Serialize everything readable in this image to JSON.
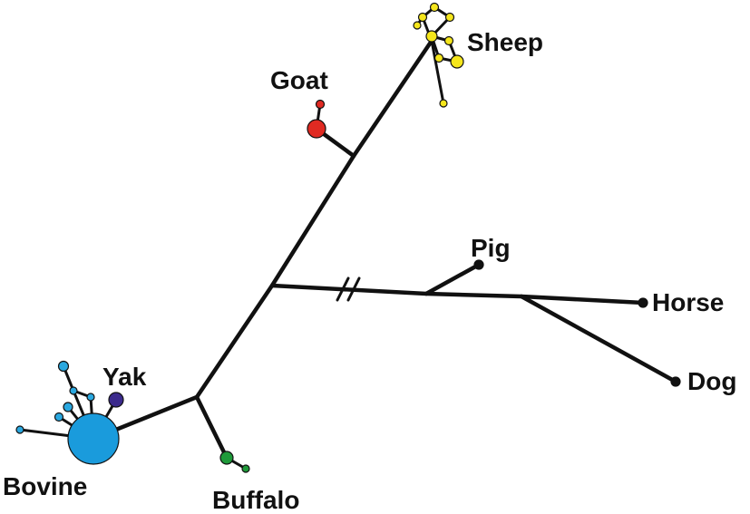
{
  "labels": {
    "sheep": "Sheep",
    "goat": "Goat",
    "pig": "Pig",
    "horse": "Horse",
    "dog": "Dog",
    "yak": "Yak",
    "bovine": "Bovine",
    "buffalo": "Buffalo"
  },
  "colors": {
    "sheep": "#f5e61c",
    "goat": "#e02a22",
    "bovine": "#1a9bdc",
    "bovine_small": "#2aa8e0",
    "yak": "#3b2a8c",
    "buffalo": "#1f9a3a",
    "tip": "#111111"
  },
  "break_mark": "//"
}
